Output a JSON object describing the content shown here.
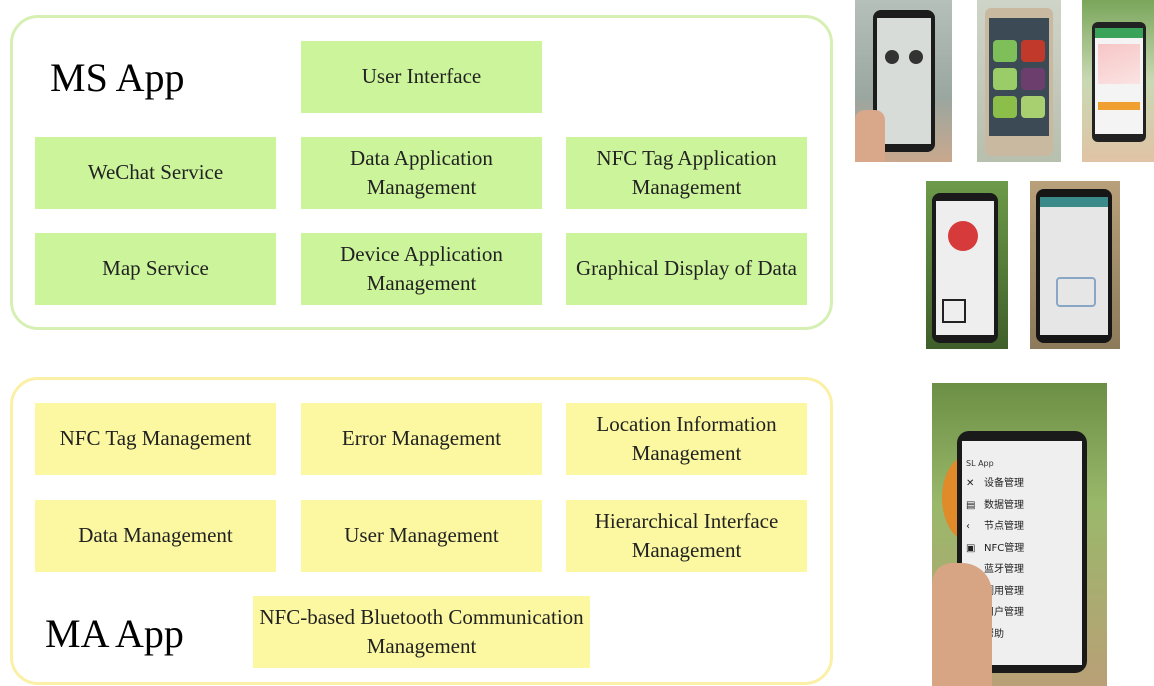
{
  "ms_app": {
    "title": "MS App",
    "modules": {
      "user_interface": "User Interface",
      "wechat_service": "WeChat Service",
      "data_app_mgmt": "Data Application Management",
      "nfc_tag_app_mgmt": "NFC Tag Application Management",
      "map_service": "Map Service",
      "device_app_mgmt": "Device Application Management",
      "graphical_display": "Graphical Display of Data"
    }
  },
  "ma_app": {
    "title": "MA App",
    "modules": {
      "nfc_tag_mgmt": "NFC Tag Management",
      "error_mgmt": "Error Management",
      "location_info_mgmt": "Location Information Management",
      "data_mgmt": "Data Management",
      "user_mgmt": "User Management",
      "hierarchical_interface_mgmt": "Hierarchical Interface Management",
      "nfc_bluetooth_mgmt": "NFC-based Bluetooth Communication Management"
    }
  },
  "ma_phone_screen": {
    "app_name": "SL App",
    "menu": [
      "设备管理",
      "数据管理",
      "节点管理",
      "NFC管理",
      "蓝牙管理",
      "调用管理",
      "用户管理",
      "帮助"
    ]
  },
  "colors": {
    "ms_fill": "#ccf59b",
    "ms_border": "#d6f0b4",
    "ma_fill": "#fbf8a1",
    "ma_border": "#fbf0a6"
  }
}
